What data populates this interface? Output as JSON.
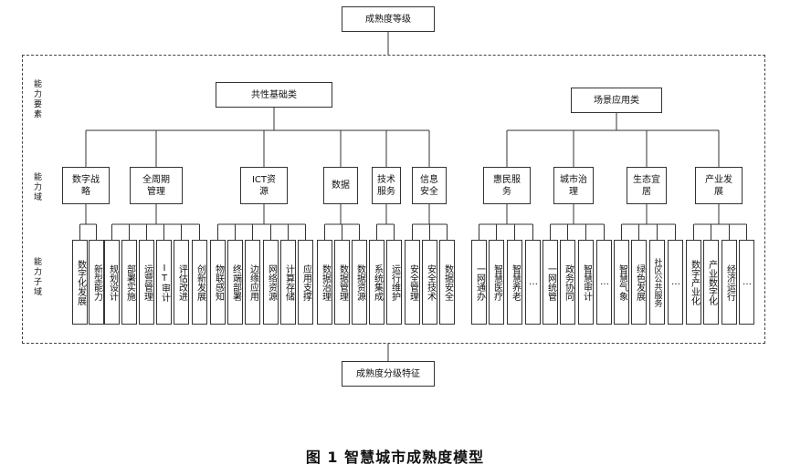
{
  "top_box": "成熟度等级",
  "bottom_box": "成熟度分级特征",
  "caption": "图 1   智慧城市成熟度模型",
  "row_labels": {
    "elements": "能力要素",
    "domain": "能力域",
    "subdomain": "能力子域"
  },
  "categories": {
    "common": "共性基础类",
    "scene": "场景应用类"
  },
  "domains": [
    {
      "label": "数字战略",
      "group": "common",
      "subs": [
        "数字化发展",
        "新型能力"
      ]
    },
    {
      "label": "全周期管理",
      "group": "common",
      "subs": [
        "规划设计",
        "部署实施",
        "运营管理",
        "IT审计",
        "评估改进",
        "创新发展"
      ]
    },
    {
      "label": "ICT资源",
      "group": "common",
      "subs": [
        "物联感知",
        "终端部署",
        "边缘应用",
        "网络资源",
        "计算存储",
        "应用支撑"
      ]
    },
    {
      "label": "数据",
      "group": "common",
      "subs": [
        "数据治理",
        "数据管理",
        "数据资源"
      ]
    },
    {
      "label": "技术服务",
      "group": "common",
      "subs": [
        "系统集成",
        "运行维护"
      ]
    },
    {
      "label": "信息安全",
      "group": "common",
      "subs": [
        "安全管理",
        "安全技术",
        "数据安全"
      ]
    },
    {
      "label": "惠民服务",
      "group": "scene",
      "subs": [
        "一网通办",
        "智慧医疗",
        "智慧养老",
        "…"
      ]
    },
    {
      "label": "城市治理",
      "group": "scene",
      "subs": [
        "一网统管",
        "政务协同",
        "智慧审计",
        "…"
      ]
    },
    {
      "label": "生态宜居",
      "group": "scene",
      "subs": [
        "智慧气象",
        "绿色发展",
        "社区公共服务",
        "…"
      ]
    },
    {
      "label": "产业发展",
      "group": "scene",
      "subs": [
        "数字产业化",
        "产业数字化",
        "经济运行",
        "…"
      ]
    }
  ]
}
